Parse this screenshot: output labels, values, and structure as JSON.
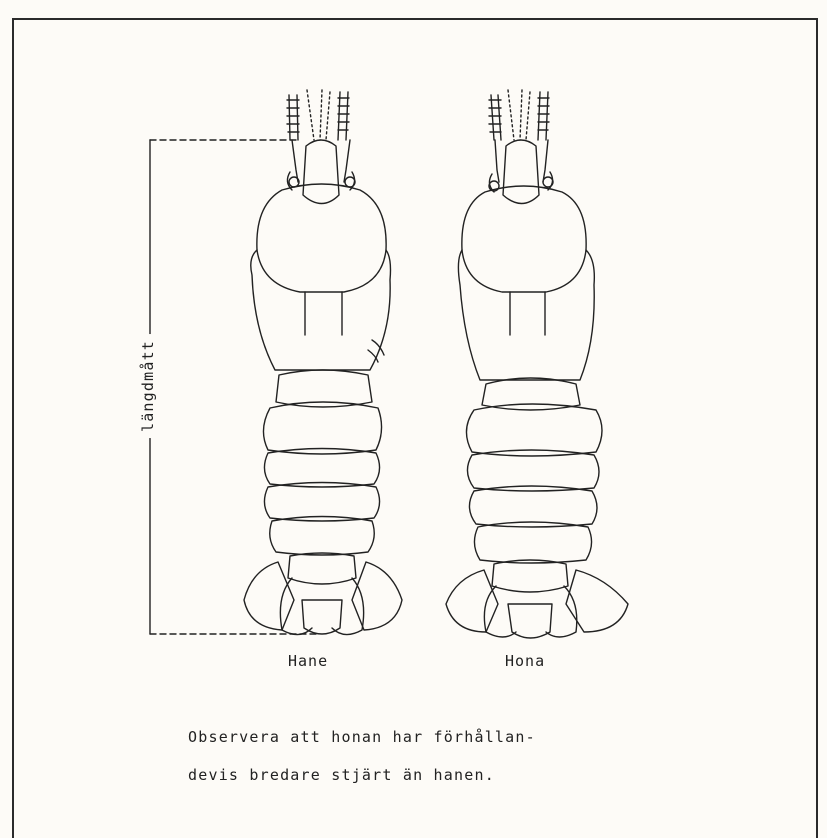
{
  "measure_label": "längdmått",
  "male_label": "Hane",
  "female_label": "Hona",
  "caption_line1": "Observera att honan har förhållan-",
  "caption_line2": "devis bredare stjärt än hanen."
}
